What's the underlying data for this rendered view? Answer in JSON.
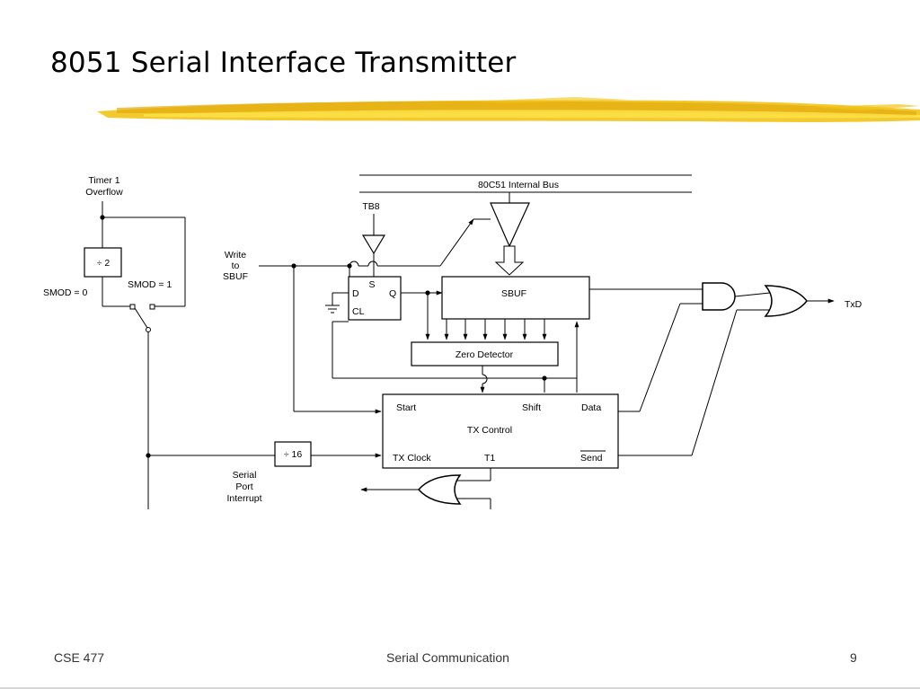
{
  "slide": {
    "title": "8051 Serial Interface Transmitter",
    "accent_color": "#f2c417"
  },
  "diagram": {
    "labels": {
      "timer1_line1": "Timer 1",
      "timer1_line2": "Overflow",
      "div2": "÷ 2",
      "smod0": "SMOD = 0",
      "smod1": "SMOD = 1",
      "write_line1": "Write",
      "write_line2": "to",
      "write_line3": "SBUF",
      "bus": "80C51 Internal Bus",
      "tb8": "TB8",
      "ff_d": "D",
      "ff_s": "S",
      "ff_q": "Q",
      "ff_cl": "CL",
      "sbuf": "SBUF",
      "zero_detector": "Zero Detector",
      "txd": "TxD",
      "start": "Start",
      "shift": "Shift",
      "data": "Data",
      "tx_control": "TX Control",
      "tx_clock": "TX Clock",
      "t1": "T1",
      "send": "Send",
      "div16": "÷ 16",
      "interrupt_line1": "Serial",
      "interrupt_line2": "Port",
      "interrupt_line3": "Interrupt"
    }
  },
  "footer": {
    "course": "CSE 477",
    "topic": "Serial Communication",
    "page": "9"
  }
}
